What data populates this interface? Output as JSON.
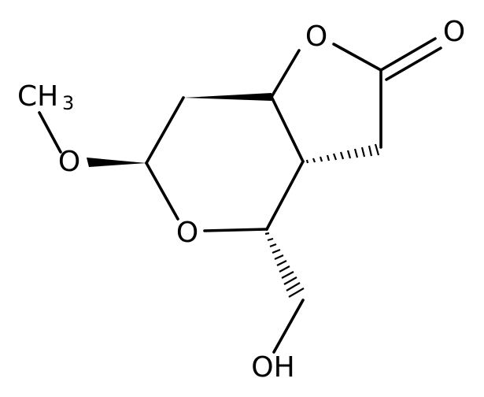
{
  "molecule": {
    "atoms": {
      "ring_oxygen_lactone": "O",
      "carbonyl_oxygen": "O",
      "ring_oxygen_pyran": "O",
      "methoxy_oxygen": "O",
      "methyl_group": "CH",
      "methyl_subscript": "3",
      "hydroxyl_group": "OH"
    }
  }
}
